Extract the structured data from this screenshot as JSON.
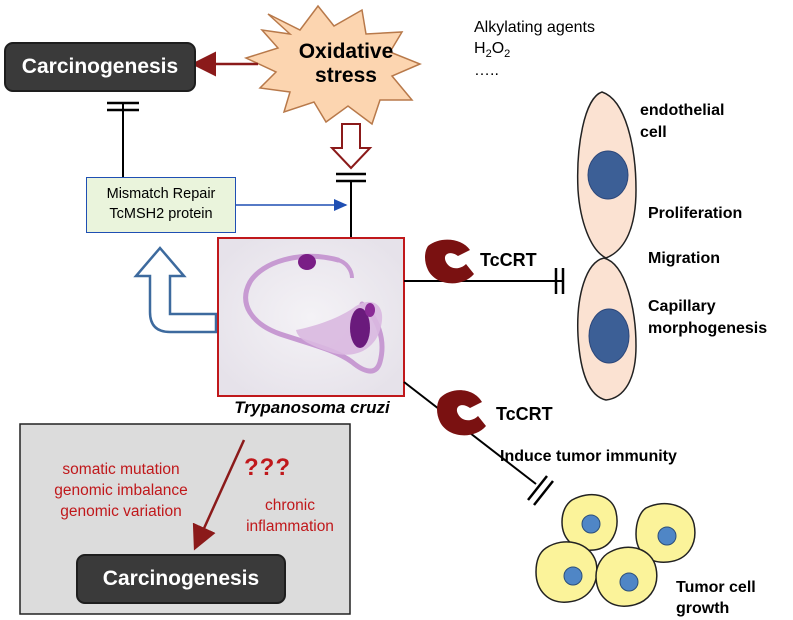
{
  "oxidative_stress": {
    "line1": "Oxidative",
    "line2": "stress"
  },
  "agents": {
    "line1": "Alkylating agents",
    "line2_base": "H",
    "line2_sub1": "2",
    "line2_mid": "O",
    "line2_sub2": "2",
    "line3": "….."
  },
  "carcinogenesis_top": "Carcinogenesis",
  "carcinogenesis_bottom": "Carcinogenesis",
  "mismatch_repair": {
    "line1": "Mismatch Repair",
    "line2": "TcMSH2 protein"
  },
  "parasite_label": "Trypanosoma cruzi",
  "tccrt_upper": "TcCRT",
  "tccrt_lower": "TcCRT",
  "endothelial": {
    "line1": "endothelial",
    "line2": "cell"
  },
  "effects": {
    "proliferation": "Proliferation",
    "migration": "Migration",
    "capillary1": "Capillary",
    "capillary2": "morphogenesis"
  },
  "tumor_immunity": "Induce tumor immunity",
  "tumor_growth": {
    "line1": "Tumor cell",
    "line2": "growth"
  },
  "mechanisms": {
    "line1": "somatic mutation",
    "line2": "genomic imbalance",
    "line3": "genomic variation"
  },
  "question": "???",
  "inflammation": {
    "line1": "chronic",
    "line2": "inflammation"
  },
  "colors": {
    "dark_box": "#3a3a3a",
    "starburst": "#fcd5b0",
    "red_text": "#c0181b",
    "arrow_dark_red": "#8b1a1a",
    "blue": "#1f4fb3",
    "crt": "#7a1111",
    "endothelial_cell": "#fbe2d2",
    "nucleus": "#3c5f96",
    "tumor_cell": "#fbf39a",
    "tumor_nucleus": "#4f86c6",
    "panel": "#dcdcdc"
  }
}
